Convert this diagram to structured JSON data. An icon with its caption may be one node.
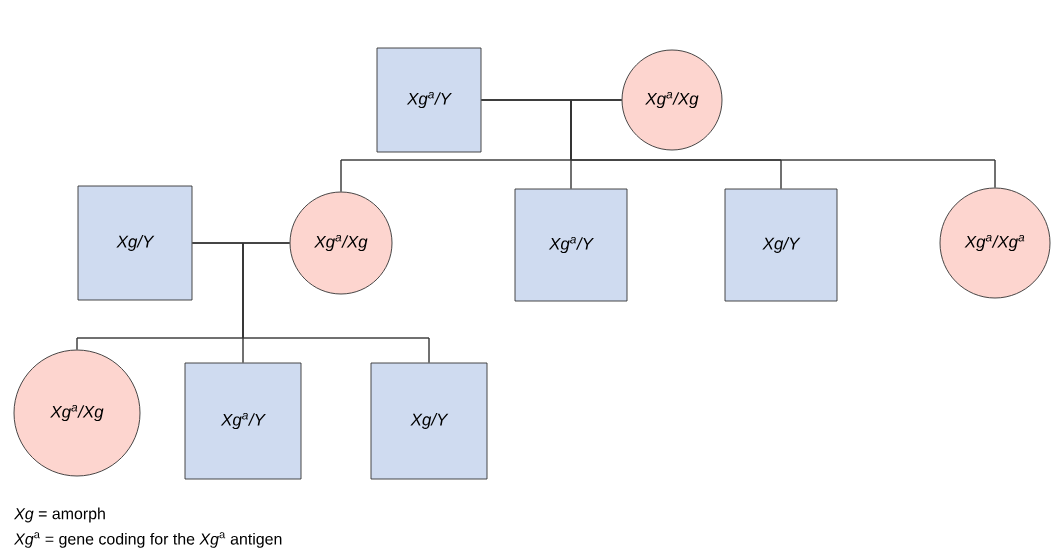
{
  "diagram": {
    "nodes": [
      {
        "text": [
          "Xg$^{a}$/Y"
        ]
      },
      {
        "text": [
          "Xg$^{a}$/Xg"
        ]
      },
      {
        "text": [
          "Xg/Y"
        ]
      },
      {
        "text": [
          "Xg$^{a}$/Xg"
        ]
      },
      {
        "text": [
          "Xg$^{a}$/Y"
        ]
      },
      {
        "text": [
          "Xg/Y"
        ]
      },
      {
        "text": [
          "Xg$^{a}$/Xg$^{a}$"
        ]
      },
      {
        "text": [
          "Xg$^{a}$/Xg"
        ]
      },
      {
        "text": [
          "Xg$^{a}$/Y"
        ]
      },
      {
        "text": [
          "Xg/Y"
        ]
      }
    ],
    "edges": [
      {
        "from": 0,
        "to": 1,
        "arrow": "none"
      },
      {
        "from": 0,
        "to": 3,
        "arrow": "none"
      },
      {
        "from": 0,
        "to": 4,
        "arrow": "none"
      },
      {
        "from": 0,
        "to": 5,
        "arrow": "none"
      },
      {
        "from": 0,
        "to": 6,
        "arrow": "none"
      },
      {
        "from": 1,
        "to": 3,
        "arrow": "none"
      },
      {
        "from": 1,
        "to": 4,
        "arrow": "none"
      },
      {
        "from": 1,
        "to": 5,
        "arrow": "none"
      },
      {
        "from": 1,
        "to": 6,
        "arrow": "none"
      },
      {
        "from": 2,
        "to": 3,
        "arrow": "none"
      },
      {
        "from": 2,
        "to": 7,
        "arrow": "none"
      },
      {
        "from": 2,
        "to": 8,
        "arrow": "none"
      },
      {
        "from": 2,
        "to": 9,
        "arrow": "none"
      },
      {
        "from": 3,
        "to": 7,
        "arrow": "none"
      },
      {
        "from": 3,
        "to": 8,
        "arrow": "none"
      },
      {
        "from": 3,
        "to": 9,
        "arrow": "none"
      }
    ],
    "labels": [
      "*Xg* = amorph",
      "*Xg*$^{a}$ = gene coding for the *Xg*$^{a}$ antigen"
    ]
  }
}
